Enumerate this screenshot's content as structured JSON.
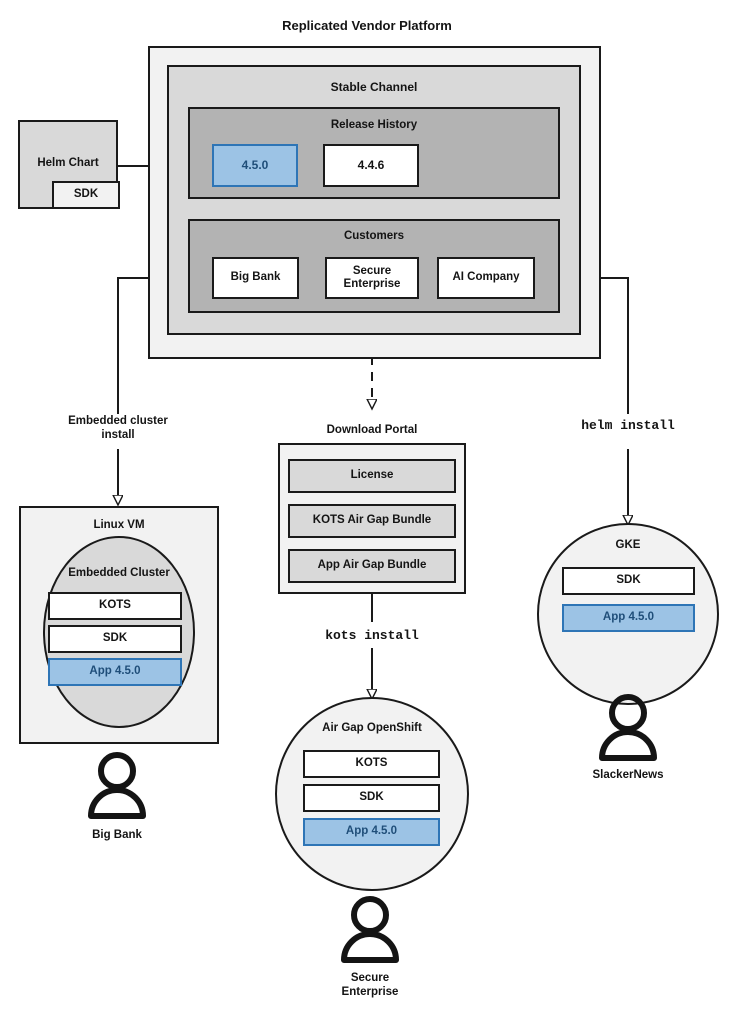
{
  "diagram": {
    "title": "Replicated Vendor Platform",
    "platform": {
      "label": "Replicated Vendor Platform",
      "channel": {
        "label": "Stable Channel",
        "release_history": {
          "label": "Release History",
          "releases": [
            {
              "version": "4.5.0",
              "highlighted": true
            },
            {
              "version": "4.4.6",
              "highlighted": false
            }
          ]
        },
        "customers": {
          "label": "Customers",
          "items": [
            {
              "name": "Big Bank"
            },
            {
              "name": "Secure\nEnterprise"
            },
            {
              "name": "AI Company"
            }
          ]
        }
      }
    },
    "helm_chart": {
      "label": "Helm Chart",
      "sdk_label": "SDK"
    },
    "edge_labels": {
      "embedded_cluster_install": "Embedded cluster\ninstall",
      "kots_install": "kots install",
      "helm_install": "helm install"
    },
    "download_portal": {
      "label": "Download Portal",
      "artifacts": [
        {
          "name": "License"
        },
        {
          "name": "KOTS Air Gap Bundle"
        },
        {
          "name": "App Air Gap Bundle"
        }
      ]
    },
    "targets": [
      {
        "id": "linux-vm",
        "outer_label": "Linux VM",
        "inner_label": "Embedded Cluster",
        "components": [
          {
            "name": "KOTS",
            "highlighted": false
          },
          {
            "name": "SDK",
            "highlighted": false
          },
          {
            "name": "App 4.5.0",
            "highlighted": true
          }
        ],
        "actor": "Big Bank"
      },
      {
        "id": "air-gap-openshift",
        "outer_label": "Air Gap OpenShift",
        "inner_label": "",
        "components": [
          {
            "name": "KOTS",
            "highlighted": false
          },
          {
            "name": "SDK",
            "highlighted": false
          },
          {
            "name": "App 4.5.0",
            "highlighted": true
          }
        ],
        "actor": "Secure\nEnterprise"
      },
      {
        "id": "gke",
        "outer_label": "GKE",
        "inner_label": "",
        "components": [
          {
            "name": "SDK",
            "highlighted": false
          },
          {
            "name": "App 4.5.0",
            "highlighted": true
          }
        ],
        "actor": "SlackerNews"
      }
    ],
    "colors": {
      "stroke": "#1a1a1a",
      "level1_fill": "#f2f2f2",
      "level2_fill": "#d9d9d9",
      "level3_fill": "#b3b3b3",
      "white_fill": "#ffffff",
      "highlight_fill": "#9cc3e5",
      "highlight_stroke": "#2e75b6",
      "highlight_text": "#1f4e79"
    }
  }
}
